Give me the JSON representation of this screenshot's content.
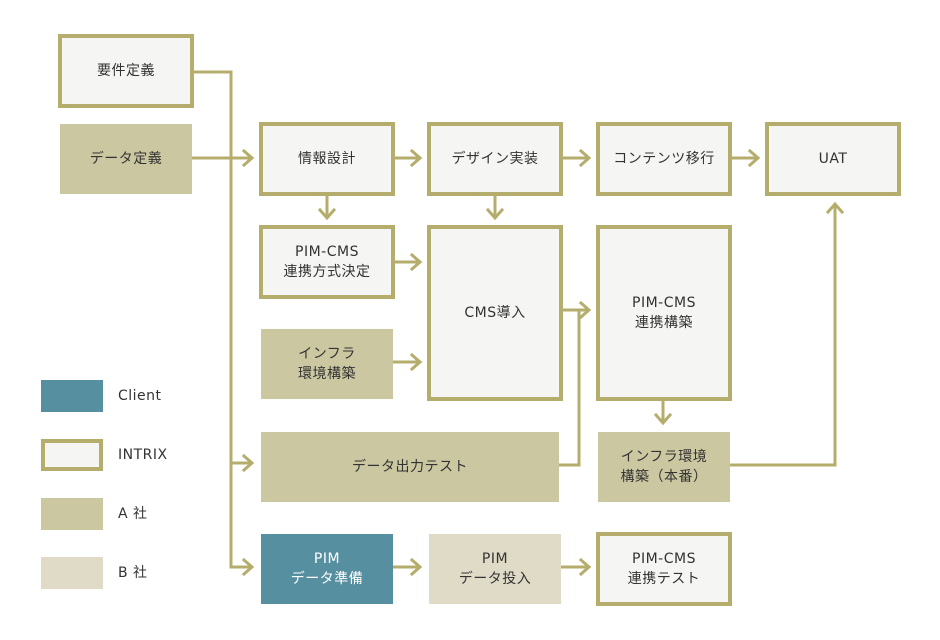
{
  "colors": {
    "client": "#568f9f",
    "intrix_fill": "#f5f5f3",
    "intrix_border": "#b5ad6c",
    "a_sha": "#cbc7a0",
    "b_sha": "#e0dbc6",
    "connector": "#b5ad6c",
    "text": "#333333"
  },
  "nodes": {
    "youken": {
      "lines": [
        "要件定義"
      ]
    },
    "data_teigi": {
      "lines": [
        "データ定義"
      ]
    },
    "jouhou": {
      "lines": [
        "情報設計"
      ]
    },
    "design": {
      "lines": [
        "デザイン実装"
      ]
    },
    "contents": {
      "lines": [
        "コンテンツ移行"
      ]
    },
    "uat": {
      "lines": [
        "UAT"
      ]
    },
    "pim_method": {
      "lines": [
        "PIM-CMS",
        "連携方式決定"
      ]
    },
    "cms": {
      "lines": [
        "CMS導入"
      ]
    },
    "pim_renkei": {
      "lines": [
        "PIM-CMS",
        "連携構築"
      ]
    },
    "infra": {
      "lines": [
        "インフラ",
        "環境構築"
      ]
    },
    "data_test": {
      "lines": [
        "データ出力テスト"
      ]
    },
    "infra_prod": {
      "lines": [
        "インフラ環境",
        "構築（本番）"
      ]
    },
    "pim_prep": {
      "lines": [
        "PIM",
        "データ準備"
      ]
    },
    "pim_input": {
      "lines": [
        "PIM",
        "データ投入"
      ]
    },
    "pim_test": {
      "lines": [
        "PIM-CMS",
        "連携テスト"
      ]
    }
  },
  "legend": [
    {
      "key": "client",
      "label": "Client"
    },
    {
      "key": "intrix",
      "label": "INTRIX"
    },
    {
      "key": "a_sha",
      "label": "A 社"
    },
    {
      "key": "b_sha",
      "label": "B 社"
    }
  ]
}
